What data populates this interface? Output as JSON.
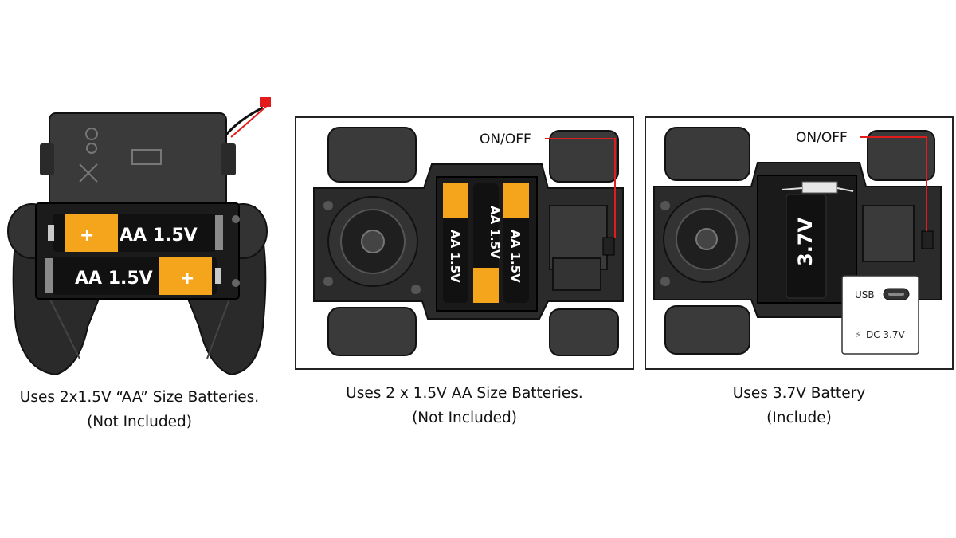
{
  "remote": {
    "battery_label_1": "AA 1.5V",
    "battery_label_2": "AA 1.5V",
    "plus_symbol": "+",
    "caption_line1": "Uses 2x1.5V “AA” Size Batteries.",
    "caption_line2": "(Not Included)"
  },
  "car_aa": {
    "switch_label": "ON/OFF",
    "battery_labels": [
      "AA 1.5V",
      "AA 1.5V",
      "AA 1.5V"
    ],
    "caption_line1": "Uses 2 x 1.5V AA Size Batteries.",
    "caption_line2": "(Not Included)"
  },
  "car_li": {
    "switch_label": "ON/OFF",
    "battery_label": "3.7V",
    "usb_label": "USB",
    "dc_label": "DC 3.7V",
    "caption_line1": "Uses 3.7V Battery",
    "caption_line2": "(Include)"
  },
  "colors": {
    "battery_gold": "#f4a51c",
    "battery_black": "#111111",
    "switch_wire": "#e31b1b",
    "body_dark": "#2b2b2b"
  }
}
